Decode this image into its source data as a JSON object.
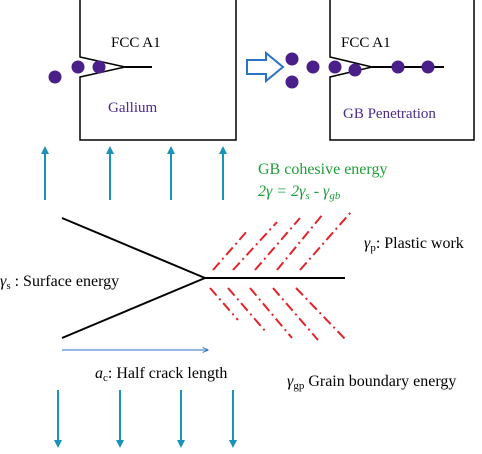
{
  "top_left_box": {
    "material": "FCC A1",
    "label": "Gallium"
  },
  "top_right_box": {
    "material": "FCC A1",
    "label": "GB Penetration"
  },
  "cohesive": {
    "title": "GB cohesive energy",
    "formula": "2γ = 2γs - γgb"
  },
  "labels": {
    "plastic_symbol": "γp",
    "plastic_text": ": Plastic work",
    "surface_symbol": "γs",
    "surface_text": ": Surface energy",
    "crack_symbol": "ac",
    "crack_text": ": Half crack length",
    "gb_symbol": "γgp",
    "gb_text": " Grain boundary energy"
  },
  "colors": {
    "atom": "#4a1f8a",
    "arrow": "#1b93b8",
    "green": "#1e9e3a",
    "red": "#e0242a",
    "label_purple": "#4b2d8c",
    "outline_blue": "#2b72c2"
  }
}
